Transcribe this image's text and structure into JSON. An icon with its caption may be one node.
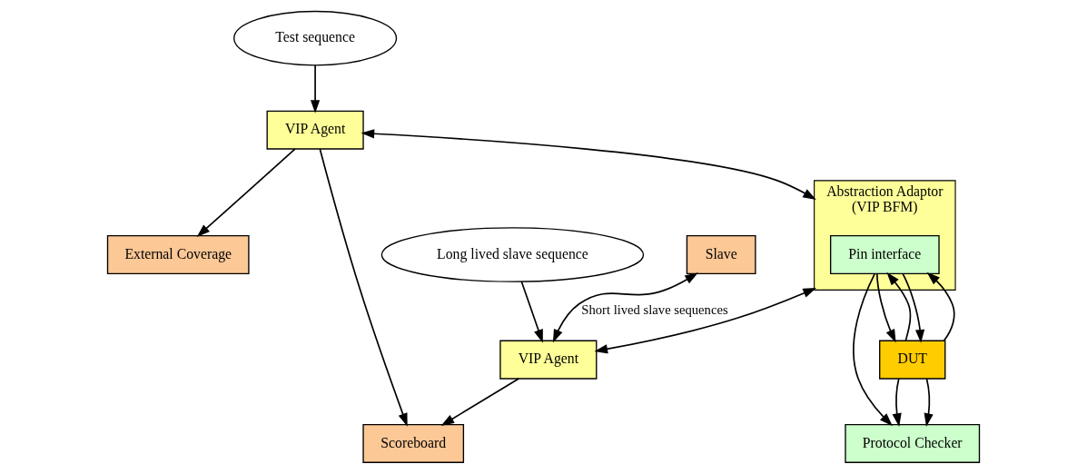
{
  "diagram": {
    "nodes": [
      {
        "text": [
          "External Coverage"
        ]
      },
      {
        "text": [
          "Scoreboard"
        ]
      },
      {
        "text": [
          "Test sequence"
        ]
      },
      {
        "text": [
          "Long lived slave sequence"
        ]
      },
      {
        "text": [
          "VIP Agent"
        ]
      },
      {
        "text": [
          "Abstraction Adaptor",
          "(VIP BFM)"
        ]
      },
      {
        "text": [
          "Pin interface"
        ],
        "in": 5
      },
      {
        "text": [
          "VIP Agent"
        ]
      },
      {
        "text": [
          "Slave"
        ]
      },
      {
        "text": [
          "Protocol Checker"
        ]
      },
      {
        "text": [
          "DUT"
        ]
      }
    ],
    "edges": [
      {
        "from": 2,
        "to": 4,
        "arrow": "to"
      },
      {
        "from": 4,
        "to": 0,
        "arrow": "to"
      },
      {
        "from": 4,
        "to": 1,
        "arrow": "to"
      },
      {
        "from": 7,
        "to": 1,
        "arrow": "to"
      },
      {
        "from": 4,
        "to": 5,
        "arrow": "both"
      },
      {
        "from": 5,
        "to": 7,
        "arrow": "both"
      },
      {
        "from": 3,
        "to": 7,
        "arrow": "to"
      },
      {
        "from": 8,
        "to": 7,
        "arrow": "both",
        "label": "Short lived slave sequences"
      },
      {
        "from": 10,
        "to": 6,
        "arrow": "to"
      },
      {
        "from": 10,
        "to": 6,
        "arrow": "to"
      },
      {
        "from": 6,
        "to": 10,
        "arrow": "to"
      },
      {
        "from": 6,
        "to": 10,
        "arrow": "to"
      },
      {
        "from": 6,
        "to": 9,
        "arrow": "to"
      },
      {
        "from": 10,
        "to": 9,
        "arrow": "to"
      },
      {
        "from": 10,
        "to": 9,
        "arrow": "to"
      }
    ]
  }
}
